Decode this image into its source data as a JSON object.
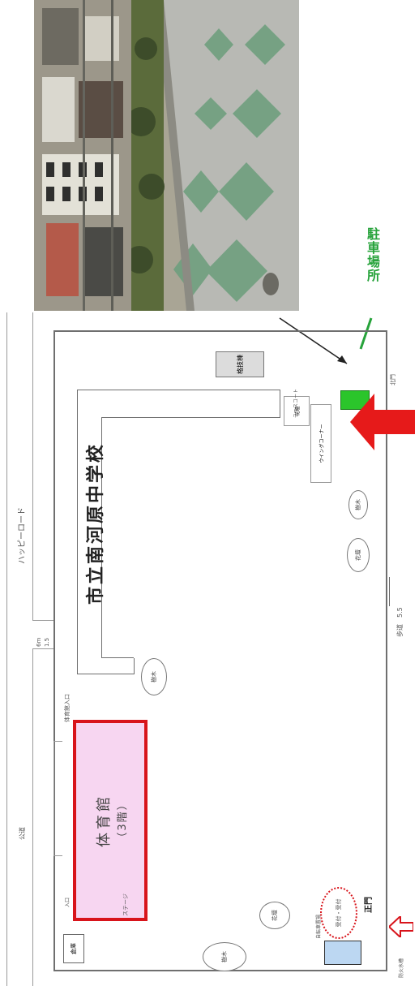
{
  "parking": {
    "label": "駐車場所",
    "color": "#27a33b"
  },
  "map": {
    "school_name": "市立南河原中学校",
    "gym_name": "体育館",
    "gym_floor": "（3階）",
    "road_top": "ハッピーロード",
    "road_left": "公道",
    "road_width_top": "6m",
    "road_width_top_sub": "1.5",
    "road_bottom_width": "歩道　5.5",
    "gate_label": "正門",
    "gym_stage": "ステージ",
    "entrance_label": "入口",
    "corner_building": "倉庫",
    "lower_left_label": "体育館入口",
    "building_right": "格技棟",
    "building_right_small": "北門",
    "bike_parking": "自転車置場",
    "covered_path": "ウイングコーナー",
    "small_note_1": "花壇",
    "small_note_2": "テニスコート",
    "tree_labels": [
      "樹木",
      "花壇",
      "樹木",
      "花壇",
      "樹木"
    ],
    "bottom_label": "防火水槽",
    "red_circle_label": "受付・受付",
    "accent_red": "#d8141b",
    "gym_fill": "#f7d6f1",
    "parking_fill": "#2bc52b",
    "bike_fill": "#bcd7f2"
  }
}
